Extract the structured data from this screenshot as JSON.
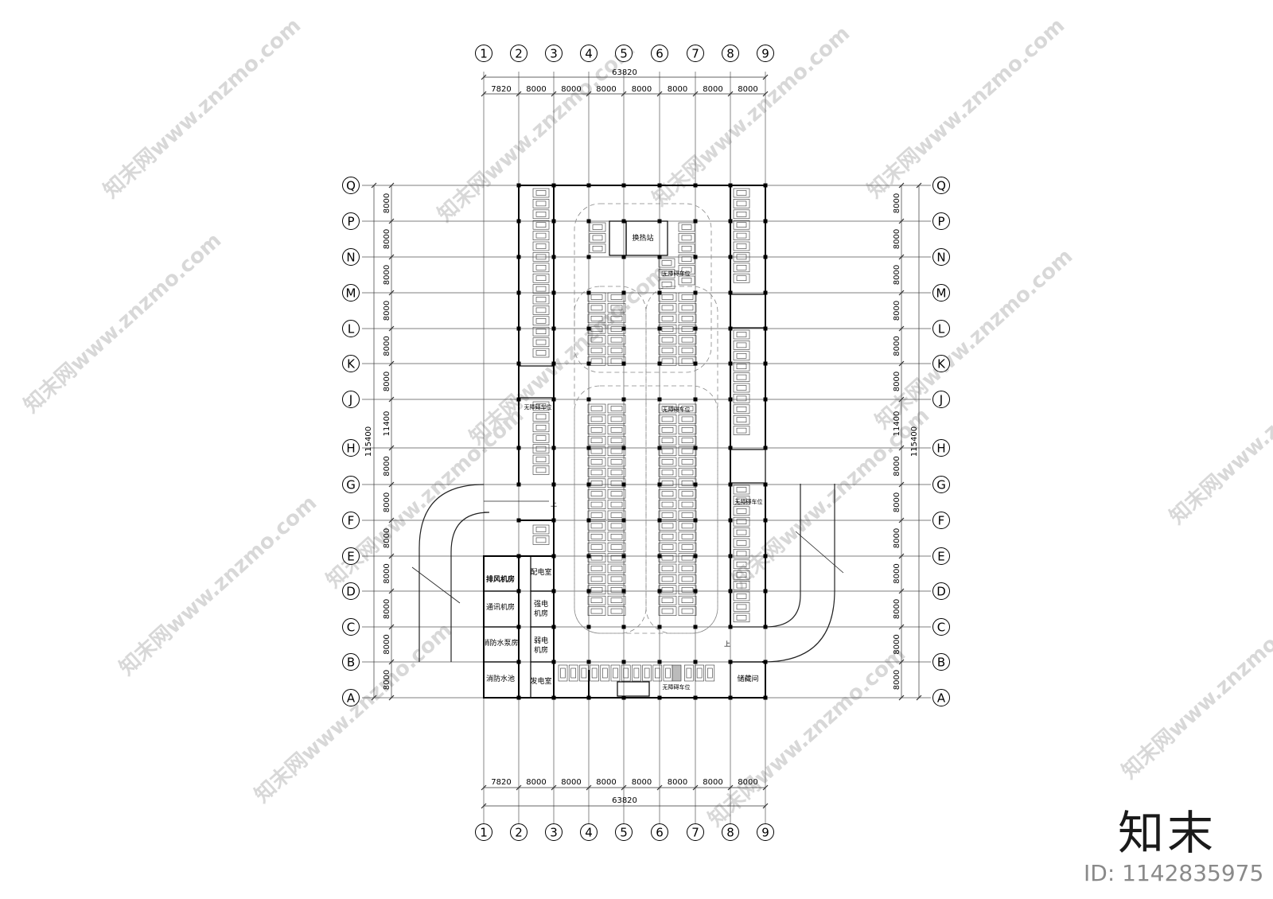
{
  "grid": {
    "col_labels": [
      "1",
      "2",
      "3",
      "4",
      "5",
      "6",
      "7",
      "8",
      "9"
    ],
    "col_spacings_top": [
      "7820",
      "8000",
      "8000",
      "8000",
      "8000",
      "8000",
      "8000",
      "8000"
    ],
    "col_spacings_bottom": [
      "7820",
      "8000",
      "8000",
      "8000",
      "8000",
      "8000",
      "8000",
      "8000"
    ],
    "total_width_top": "63820",
    "total_width_bottom": "63820",
    "row_labels": [
      "Q",
      "P",
      "N",
      "M",
      "L",
      "K",
      "J",
      "H",
      "G",
      "F",
      "E",
      "D",
      "C",
      "B",
      "A"
    ],
    "row_spacings_left": [
      "8000",
      "8000",
      "8000",
      "8000",
      "8000",
      "8000",
      "11400",
      "8000",
      "8000",
      "8000",
      "8000",
      "8000",
      "8000",
      "8000"
    ],
    "row_spacings_right": [
      "8000",
      "8000",
      "8000",
      "8000",
      "8000",
      "8000",
      "11400",
      "8000",
      "8000",
      "8000",
      "8000",
      "8000",
      "8000",
      "8000"
    ],
    "total_height_left": "115400",
    "total_height_right": "115400"
  },
  "rooms": {
    "heat_station": "换热站",
    "exhaust_room": "排风机房",
    "power_room": "配电室",
    "telecom_room": "通讯机房",
    "strong_power_1": "强电",
    "strong_power_2": "机房",
    "weak_power_1": "弱电",
    "weak_power_2": "机房",
    "fire_pump_room": "消防水泵房",
    "fire_pool": "消防水池",
    "generator_room": "发电室",
    "storage_room": "储藏间"
  },
  "labels": {
    "accessible_parking": "无障碍车位",
    "ramp_up": "上"
  },
  "watermark": {
    "text": "知末网www.znzmo.com",
    "brand": "知末",
    "id": "ID: 1142835975"
  }
}
